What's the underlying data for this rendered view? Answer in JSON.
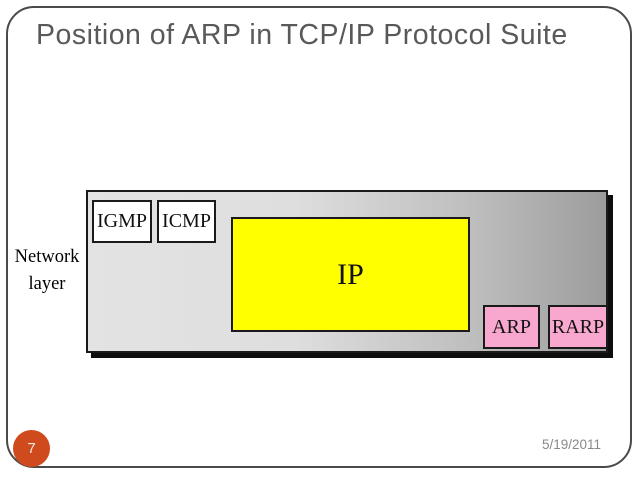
{
  "slide": {
    "title": "Position of ARP in TCP/IP Protocol Suite",
    "page_number": "7",
    "date": "5/19/2011"
  },
  "diagram": {
    "layer_label_line1": "Network",
    "layer_label_line2": "layer",
    "boxes": {
      "igmp": "IGMP",
      "icmp": "ICMP",
      "ip": "IP",
      "arp": "ARP",
      "rarp": "RARP"
    }
  },
  "colors": {
    "title_text": "#595959",
    "date_text": "#898989",
    "slide_border": "#4a4a4a",
    "page_badge_fill": "#cf4a1d",
    "page_badge_text": "#f3e8e2",
    "layer_gradient_left": "#e3e3e3",
    "layer_gradient_right": "#9c9c9c",
    "box_border": "#1a1a1a",
    "igmp_icmp_fill": "#ffffff",
    "ip_fill": "#ffff00",
    "arp_rarp_fill": "#f8a8ce",
    "shadow": "#0d0d0d"
  }
}
